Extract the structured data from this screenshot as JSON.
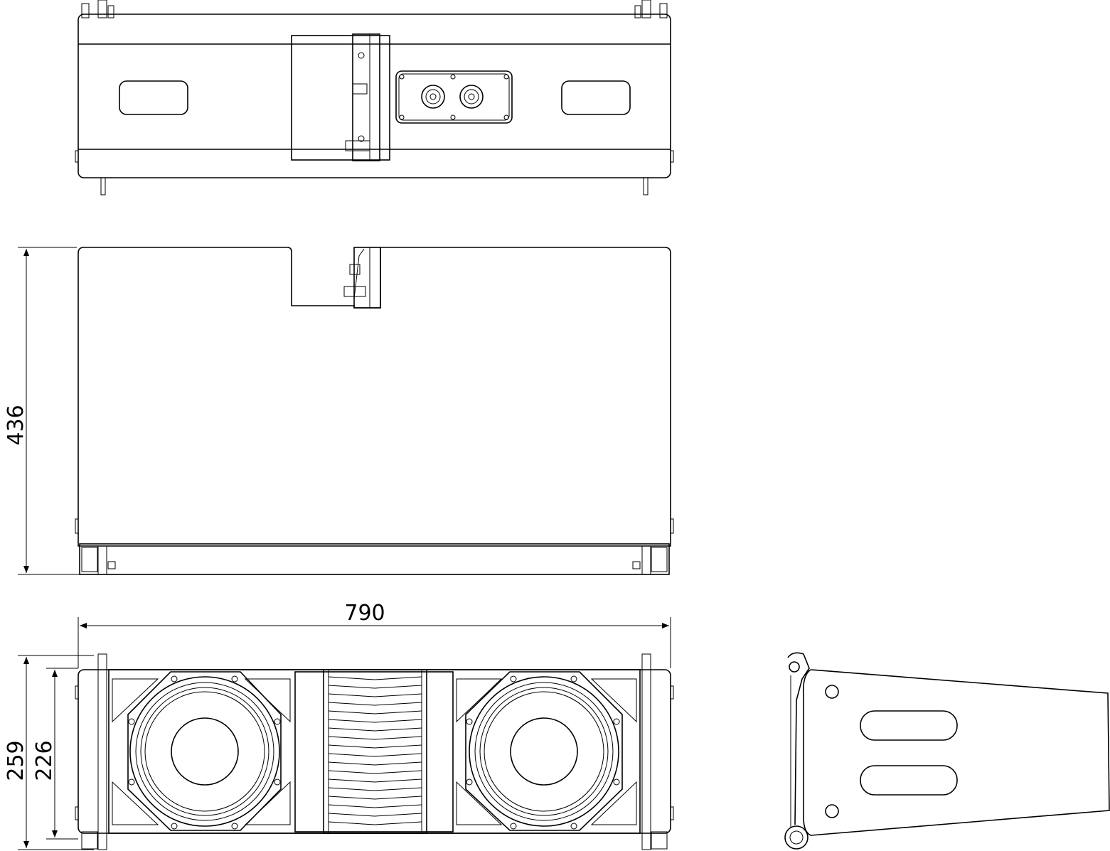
{
  "drawing": {
    "views": [
      "top-view",
      "side-view",
      "front-view",
      "profile-view"
    ],
    "dimensions": {
      "depth": "436",
      "width": "790",
      "height_total": "259",
      "height_cabinet": "226"
    },
    "line_color": "#000000",
    "background": "#ffffff"
  }
}
